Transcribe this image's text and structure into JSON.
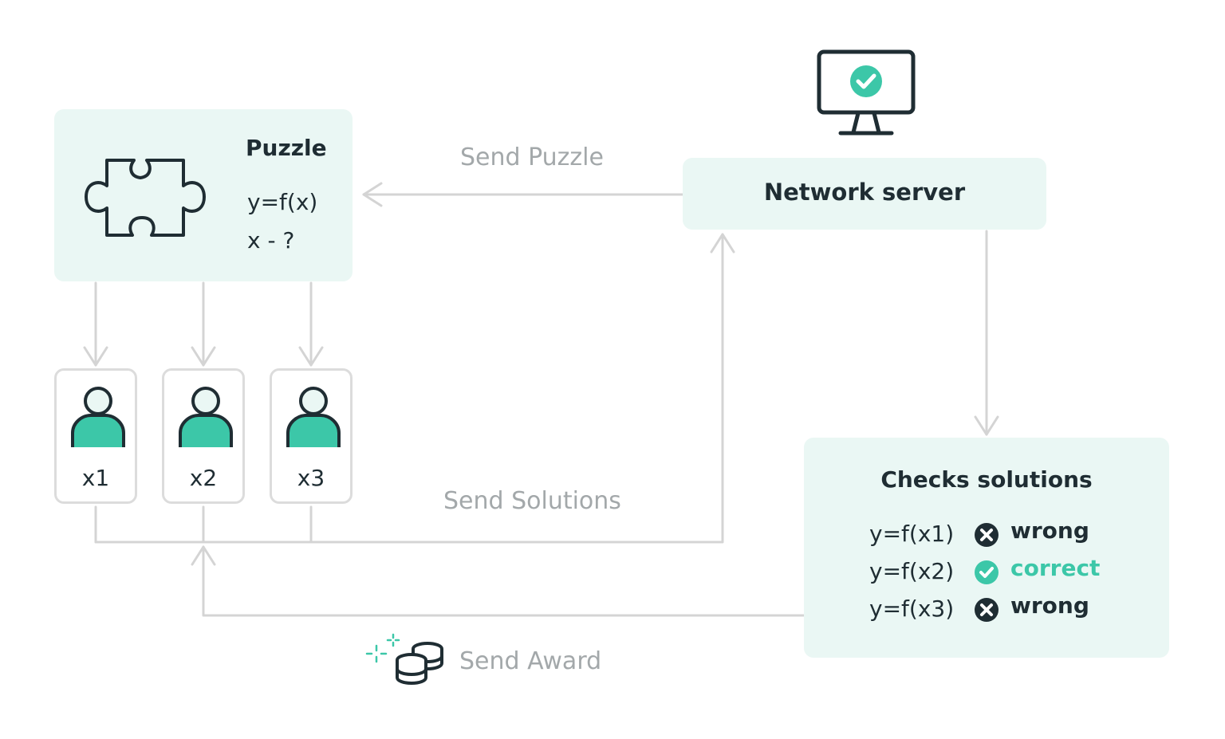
{
  "puzzle": {
    "title": "Puzzle",
    "line1": "y=f(x)",
    "line2": "x - ?"
  },
  "users": [
    {
      "label": "x1"
    },
    {
      "label": "x2"
    },
    {
      "label": "x3"
    }
  ],
  "server": {
    "title": "Network server"
  },
  "checks": {
    "title": "Checks solutions",
    "rows": [
      {
        "expr": "y=f(x1)",
        "result": "wrong",
        "status": "wrong"
      },
      {
        "expr": "y=f(x2)",
        "result": "correct",
        "status": "correct"
      },
      {
        "expr": "y=f(x3)",
        "result": "wrong",
        "status": "wrong"
      }
    ]
  },
  "edges": {
    "send_puzzle": "Send Puzzle",
    "send_solutions": "Send Solutions",
    "send_award": "Send Award"
  },
  "colors": {
    "accent": "#3cc7a8",
    "box_bg": "#eaf7f4",
    "dark": "#1f2d33",
    "arrow": "#d4d4d4",
    "label": "#a3a8aa"
  }
}
